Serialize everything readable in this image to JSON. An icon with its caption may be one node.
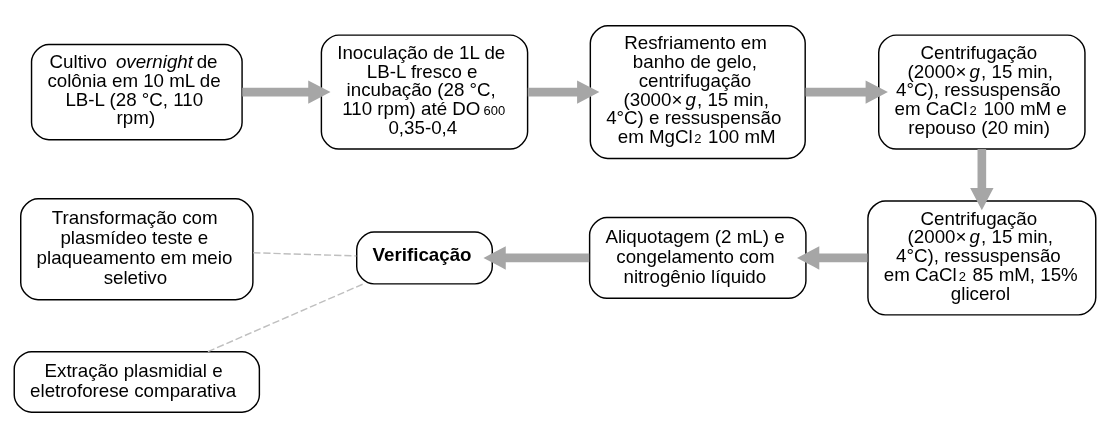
{
  "diagram": {
    "nodes": [
      {
        "text": [
          "Cultivo *overnight* de colônia em 10 mL de LB-L (28 °C, 110 rpm)"
        ]
      },
      {
        "text": [
          "Inoculação de 1L de LB-L fresco e incubação (28 °C, 110 rpm) até DO$_{600}$ 0,35-0,4"
        ]
      },
      {
        "text": [
          "Resfriamento em banho de gelo, centrifugação (3000×*g*, 15 min, 4°C) e ressuspensão em MgCl$_{2}$ 100 mM"
        ]
      },
      {
        "text": [
          "Centrifugação (2000×*g*, 15 min, 4°C), ressuspensão em CaCl$_{2}$ 100 mM e repouso (20 min)"
        ]
      },
      {
        "text": [
          "Transformação com plasmídeo teste e plaqueamento em meio seletivo"
        ]
      },
      {
        "text": [
          "Verificação"
        ]
      },
      {
        "text": [
          "Aliquotagem (2 mL) e congelamento com nitrogênio líquido"
        ]
      },
      {
        "text": [
          "Centrifugação (2000×*g*, 15 min, 4°C), ressuspensão em CaCl$_{2}$ 85 mM, 15% glicerol"
        ]
      },
      {
        "text": [
          "Extração plasmidial e eletroforese comparativa"
        ]
      }
    ],
    "edges": [
      {
        "from": 0,
        "to": 1,
        "arrow": "to"
      },
      {
        "from": 1,
        "to": 2,
        "arrow": "to"
      },
      {
        "from": 2,
        "to": 3,
        "arrow": "to"
      },
      {
        "from": 3,
        "to": 7,
        "arrow": "to"
      },
      {
        "from": 7,
        "to": 6,
        "arrow": "to"
      },
      {
        "from": 6,
        "to": 5,
        "arrow": "to"
      },
      {
        "from": 4,
        "to": 5,
        "arrow": "none",
        "style": "dashed",
        "color": "#bfbfbf"
      },
      {
        "from": 8,
        "to": 5,
        "arrow": "none",
        "style": "dashed",
        "color": "#bfbfbf"
      }
    ]
  }
}
